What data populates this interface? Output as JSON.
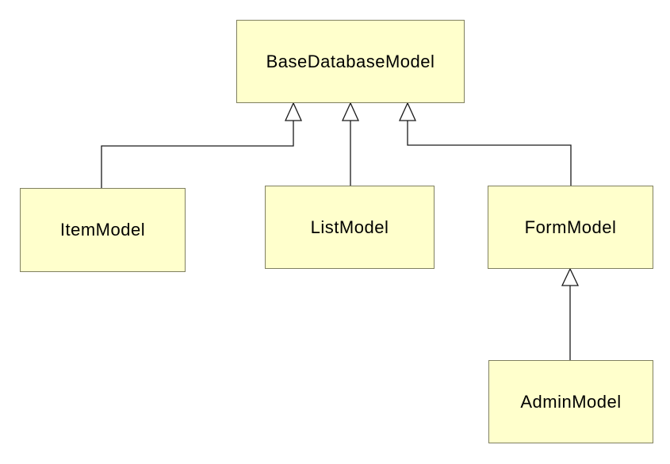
{
  "diagram": {
    "type": "uml-class-inheritance",
    "classes": [
      {
        "name": "BaseDatabaseModel"
      },
      {
        "name": "ItemModel"
      },
      {
        "name": "ListModel"
      },
      {
        "name": "FormModel"
      },
      {
        "name": "AdminModel"
      }
    ],
    "relationships": [
      {
        "child": "ItemModel",
        "parent": "BaseDatabaseModel",
        "type": "inheritance"
      },
      {
        "child": "ListModel",
        "parent": "BaseDatabaseModel",
        "type": "inheritance"
      },
      {
        "child": "FormModel",
        "parent": "BaseDatabaseModel",
        "type": "inheritance"
      },
      {
        "child": "AdminModel",
        "parent": "FormModel",
        "type": "inheritance"
      }
    ],
    "colors": {
      "box_fill": "#ffffcc",
      "box_border": "#808060",
      "line": "#1a1a1a",
      "arrowhead_fill": "#ffffff",
      "text": "#000000",
      "background": "#ffffff"
    }
  }
}
